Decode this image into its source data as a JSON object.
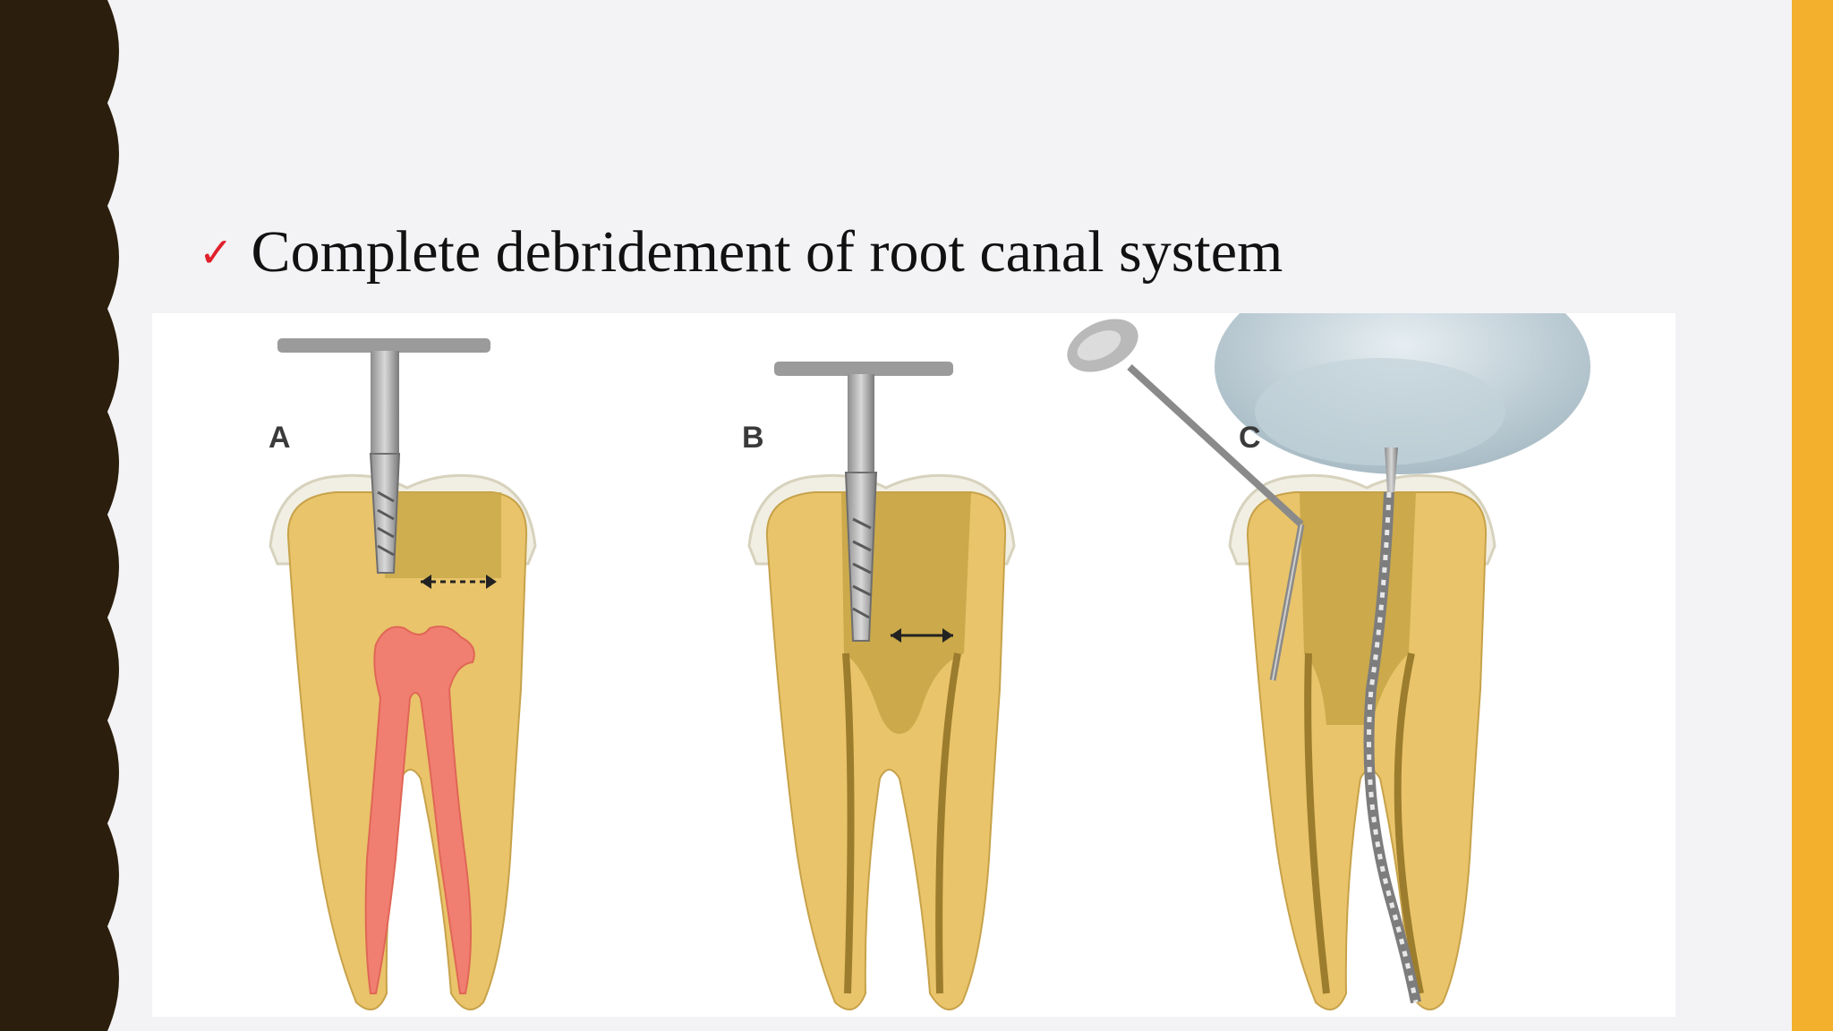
{
  "slide": {
    "bullet_text": "Complete debridement of root canal system",
    "check_icon": "checkmark-icon",
    "colors": {
      "left_band": "#2b1e0d",
      "right_band": "#f3b02c",
      "background": "#f3f3f5",
      "check": "#e0202a"
    }
  },
  "figure": {
    "panels": [
      {
        "label": "A"
      },
      {
        "label": "B"
      },
      {
        "label": "C"
      }
    ]
  }
}
